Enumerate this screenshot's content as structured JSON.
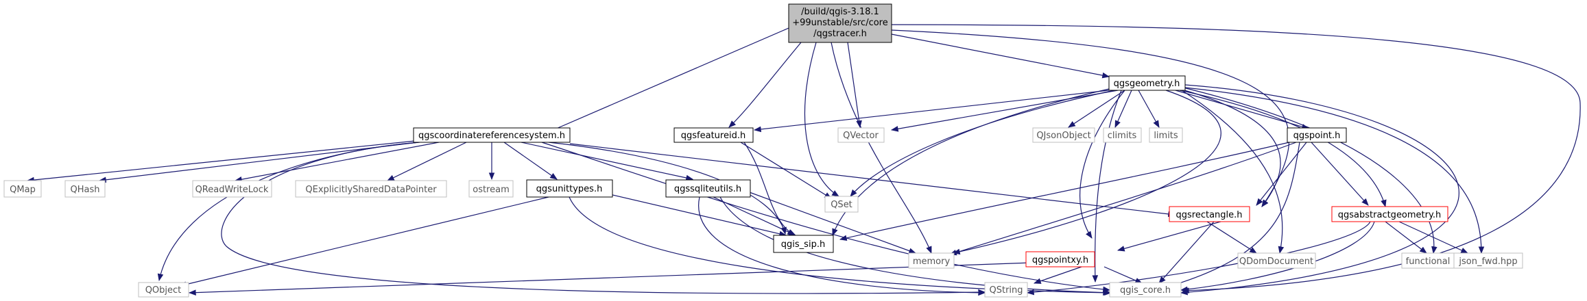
{
  "root": {
    "line1": "/build/qgis-3.18.1",
    "line2": "+99unstable/src/core",
    "line3": "/qgstracer.h"
  },
  "nodes": {
    "qgsgeometry": "qgsgeometry.h",
    "qgscrs": "qgscoordinatereferencesystem.h",
    "qgsfeatureid": "qgsfeatureid.h",
    "qvector": "QVector",
    "qjsonobject": "QJsonObject",
    "climits": "climits",
    "limits": "limits",
    "qgspoint": "qgspoint.h",
    "qmap": "QMap",
    "qhash": "QHash",
    "qreadwritelock": "QReadWriteLock",
    "qexplicitly": "QExplicitlySharedDataPointer",
    "ostream": "ostream",
    "qgsunittypes": "qgsunittypes.h",
    "qgssqliteutils": "qgssqliteutils.h",
    "qset": "QSet",
    "qgsrectangle": "qgsrectangle.h",
    "qgsabstractgeometry": "qgsabstractgeometry.h",
    "qgis_sip": "qgis_sip.h",
    "memory": "memory",
    "qgspointxy": "qgspointxy.h",
    "qdomdocument": "QDomDocument",
    "functional": "functional",
    "json_fwd": "json_fwd.hpp",
    "qobject": "QObject",
    "qstring": "QString",
    "qgis_core": "qgis_core.h"
  },
  "colors": {
    "edge": "#191970",
    "root_fill": "#bfbfbf",
    "documented_border": "#000000",
    "truncated_border": "#ff0000",
    "external_border": "#bfbfbf"
  }
}
